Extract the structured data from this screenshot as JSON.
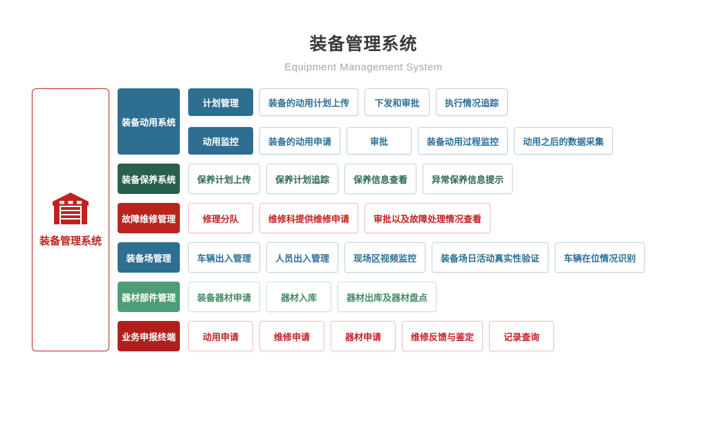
{
  "header": {
    "title": "装备管理系统",
    "subtitle": "Equipment Management System"
  },
  "root": {
    "label": "装备管理系统",
    "icon": "garage-icon"
  },
  "sections": [
    {
      "label": "装备动用系统",
      "theme": "blue",
      "subgroups": [
        {
          "label": "计划管理",
          "items": [
            "装备的动用计划上传",
            "下发和审批",
            "执行情况追踪"
          ]
        },
        {
          "label": "动用监控",
          "items": [
            "装备的动用申请",
            "审批",
            "装备动用过程监控",
            "动用之后的数据采集"
          ]
        }
      ]
    },
    {
      "label": "装备保养系统",
      "theme": "green-dark",
      "items": [
        "保养计划上传",
        "保养计划追踪",
        "保养信息查看",
        "异常保养信息提示"
      ]
    },
    {
      "label": "故障维修管理",
      "theme": "red",
      "items": [
        "修理分队",
        "维修科提供维修申请",
        "审批以及故障处理情况查看"
      ]
    },
    {
      "label": "装备场管理",
      "theme": "blue",
      "items": [
        "车辆出入管理",
        "人员出入管理",
        "现场区视频监控",
        "装备场日活动真实性验证",
        "车辆在位情况识别"
      ]
    },
    {
      "label": "器材部件管理",
      "theme": "green",
      "items": [
        "装备器材申请",
        "器材入库",
        "器材出库及器材盘点"
      ]
    },
    {
      "label": "业务申报终端",
      "theme": "red-dark",
      "items": [
        "动用申请",
        "维修申请",
        "器材申请",
        "维修反馈与鉴定",
        "记录查询"
      ]
    }
  ],
  "colors": {
    "blue": "#2d6e91",
    "blue_text": "#2d7097",
    "blue_border": "#bfd3de",
    "green_dark": "#27614b",
    "green_dark_text": "#2c6b52",
    "green_dark_border": "#c2dacd",
    "red": "#b9241f",
    "red_text": "#c32121",
    "red_border": "#f0bfbd",
    "green": "#4f9d76",
    "green_text": "#448a65",
    "green_border": "#cce2d6",
    "red_dark": "#b01f1c",
    "red_dark_text": "#c2232a",
    "root_red": "#c0231f"
  }
}
